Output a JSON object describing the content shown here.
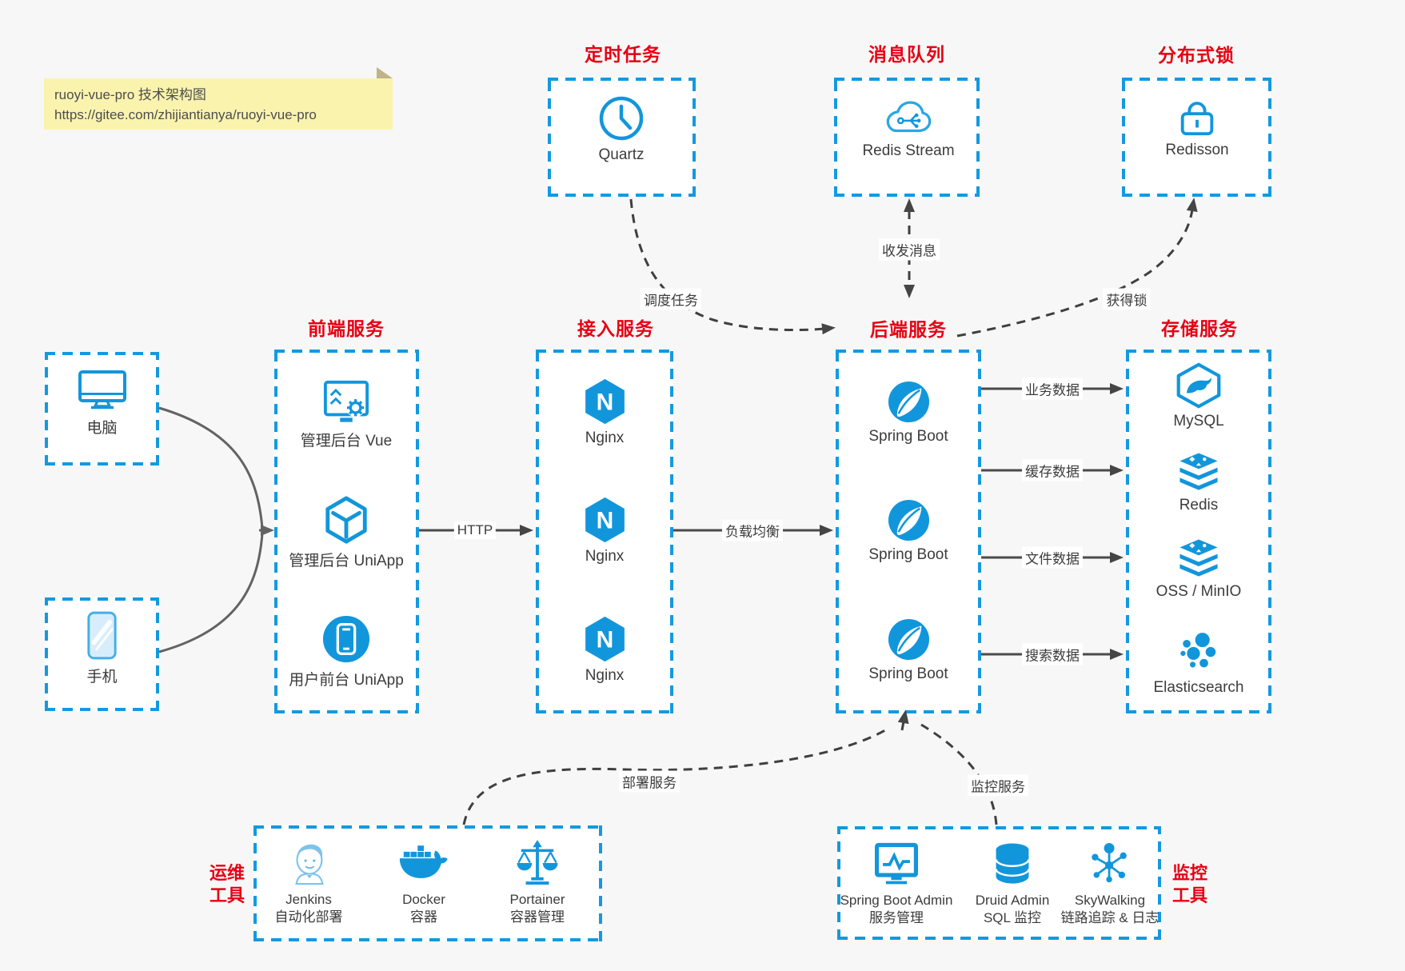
{
  "note": {
    "line1": "ruoyi-vue-pro 技术架构图",
    "line2": "https://gitee.com/zhijiantianya/ruoyi-vue-pro"
  },
  "colors": {
    "accent_blue": "#1296db",
    "border_blue": "#1499e0",
    "label_red": "#e60013",
    "canvas_gray": "#f7f7f7",
    "arrow_dark": "#454545",
    "note_yellow": "#faf3ae"
  },
  "top_groups": {
    "scheduled_task": {
      "title": "定时任务",
      "node": "Quartz"
    },
    "message_queue": {
      "title": "消息队列",
      "node": "Redis Stream"
    },
    "distributed_lock": {
      "title": "分布式锁",
      "node": "Redisson"
    }
  },
  "clients": {
    "computer": "电脑",
    "phone": "手机"
  },
  "frontend": {
    "title": "前端服务",
    "items": [
      "管理后台 Vue",
      "管理后台 UniApp",
      "用户前台 UniApp"
    ]
  },
  "gateway": {
    "title": "接入服务",
    "items": [
      "Nginx",
      "Nginx",
      "Nginx"
    ]
  },
  "backend": {
    "title": "后端服务",
    "items": [
      "Spring Boot",
      "Spring Boot",
      "Spring Boot"
    ]
  },
  "storage": {
    "title": "存储服务",
    "items": [
      "MySQL",
      "Redis",
      "OSS / MinIO",
      "Elasticsearch"
    ]
  },
  "ops_tools": {
    "title_line1": "运维",
    "title_line2": "工具",
    "items": [
      {
        "name": "Jenkins",
        "desc": "自动化部署"
      },
      {
        "name": "Docker",
        "desc": "容器"
      },
      {
        "name": "Portainer",
        "desc": "容器管理"
      }
    ]
  },
  "monitor_tools": {
    "title_line1": "监控",
    "title_line2": "工具",
    "items": [
      {
        "name": "Spring Boot Admin",
        "desc": "服务管理"
      },
      {
        "name": "Druid Admin",
        "desc": "SQL 监控"
      },
      {
        "name": "SkyWalking",
        "desc": "链路追踪 & 日志"
      }
    ]
  },
  "edge_labels": {
    "http": "HTTP",
    "load_balance": "负载均衡",
    "schedule_job": "调度任务",
    "exchange_message": "收发消息",
    "acquire_lock": "获得锁",
    "business_data": "业务数据",
    "cache_data": "缓存数据",
    "file_data": "文件数据",
    "search_data": "搜索数据",
    "deploy_service": "部署服务",
    "monitor_service": "监控服务"
  }
}
